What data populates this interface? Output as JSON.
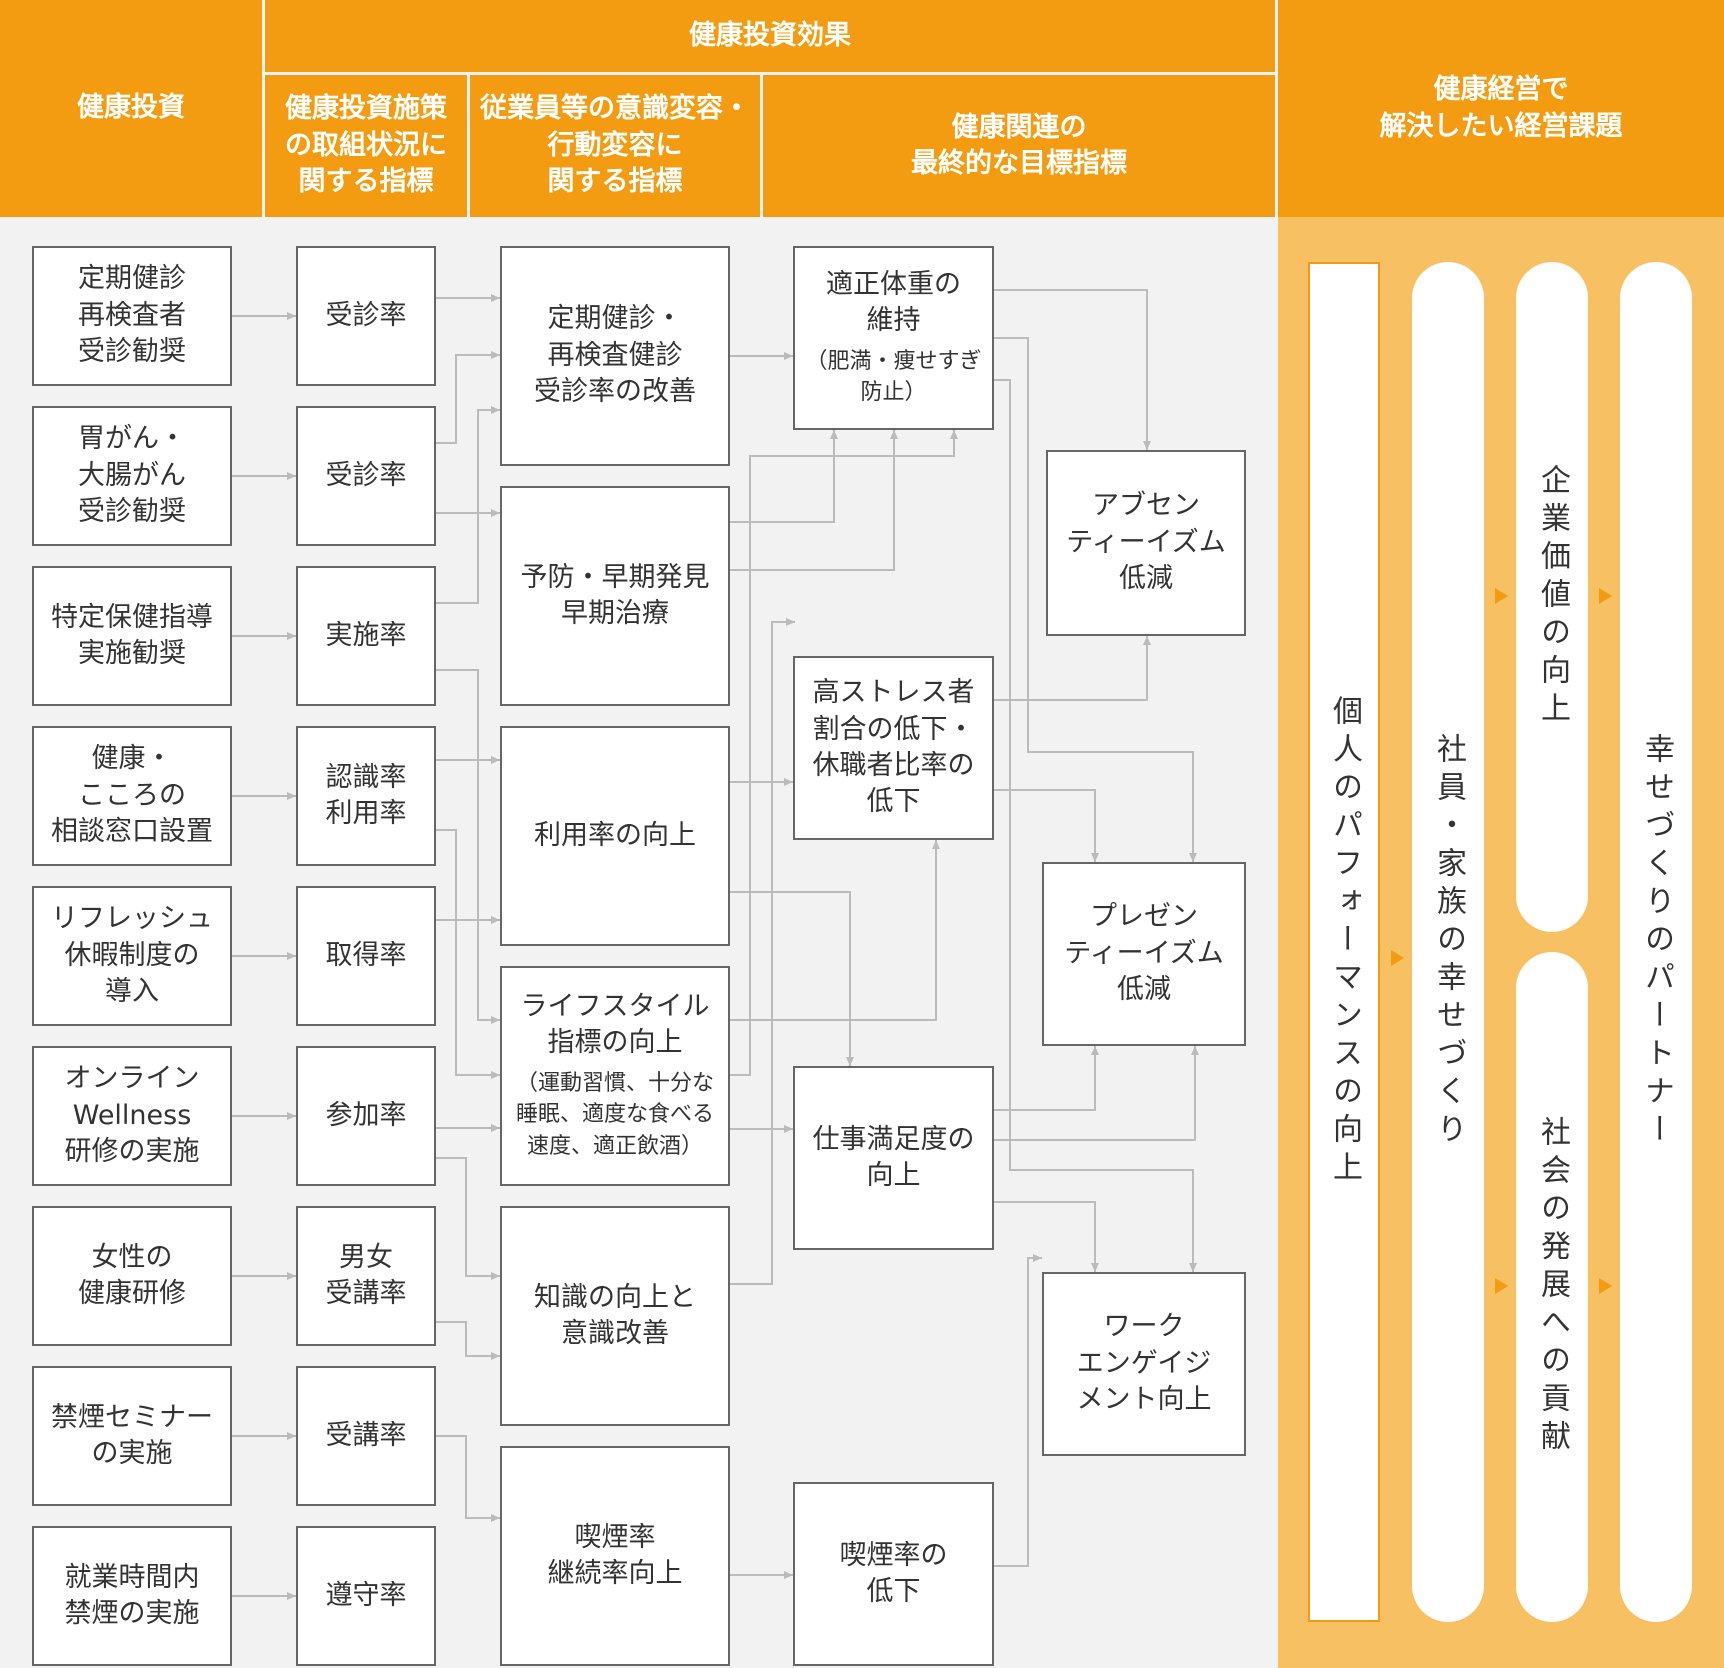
{
  "headers": {
    "investment": "健康投資",
    "effect": "健康投資効果",
    "col_initiative": "健康投資施策\nの取組状況に\n関する指標",
    "col_awareness": "従業員等の意識変容・\n行動変容に\n関する指標",
    "col_final": "健康関連の\n最終的な目標指標",
    "col_issues": "健康経営で\n解決したい経営課題"
  },
  "investments": [
    "定期健診\n再検査者\n受診勧奨",
    "胃がん・\n大腸がん\n受診勧奨",
    "特定保健指導\n実施勧奨",
    "健康・\nこころの\n相談窓口設置",
    "リフレッシュ\n休暇制度の\n導入",
    "オンライン\nWellness\n研修の実施",
    "女性の\n健康研修",
    "禁煙セミナー\nの実施",
    "就業時間内\n禁煙の実施"
  ],
  "initiative_indicators": [
    "受診率",
    "受診率",
    "実施率",
    "認識率\n利用率",
    "取得率",
    "参加率",
    "男女\n受講率",
    "受講率",
    "遵守率"
  ],
  "awareness_indicators": [
    {
      "title": "定期健診・\n再検査健診\n受診率の改善",
      "sub": ""
    },
    {
      "title": "予防・早期発見\n早期治療",
      "sub": ""
    },
    {
      "title": "利用率の向上",
      "sub": ""
    },
    {
      "title": "ライフスタイル\n指標の向上",
      "sub": "（運動習慣、十分な\n睡眠、適度な食べる\n速度、適正飲酒）"
    },
    {
      "title": "知識の向上と\n意識改善",
      "sub": ""
    },
    {
      "title": "喫煙率\n継続率向上",
      "sub": ""
    }
  ],
  "health_goals": [
    {
      "title": "適正体重の\n維持",
      "sub": "（肥満・痩せすぎ\n防止）"
    },
    {
      "title": "高ストレス者\n割合の低下・\n休職者比率の\n低下",
      "sub": ""
    },
    {
      "title": "仕事満足度の\n向上",
      "sub": ""
    },
    {
      "title": "喫煙率の\n低下",
      "sub": ""
    }
  ],
  "final_goals": [
    "アブセン\nティーイズム\n低減",
    "プレゼン\nティーイズム\n低減",
    "ワーク\nエンゲイジ\nメント向上"
  ],
  "management_issues": {
    "performance": "個人のパフォーマンスの向上",
    "family": "社員・家族の幸せづくり",
    "corporate_value": "企業価値の向上",
    "society": "社会の発展への貢献",
    "partner": "幸せづくりのパートナー"
  },
  "colors": {
    "accent": "#f39c12",
    "accent_light": "#f7c063",
    "line": "#bbbbbb",
    "border": "#666666"
  }
}
